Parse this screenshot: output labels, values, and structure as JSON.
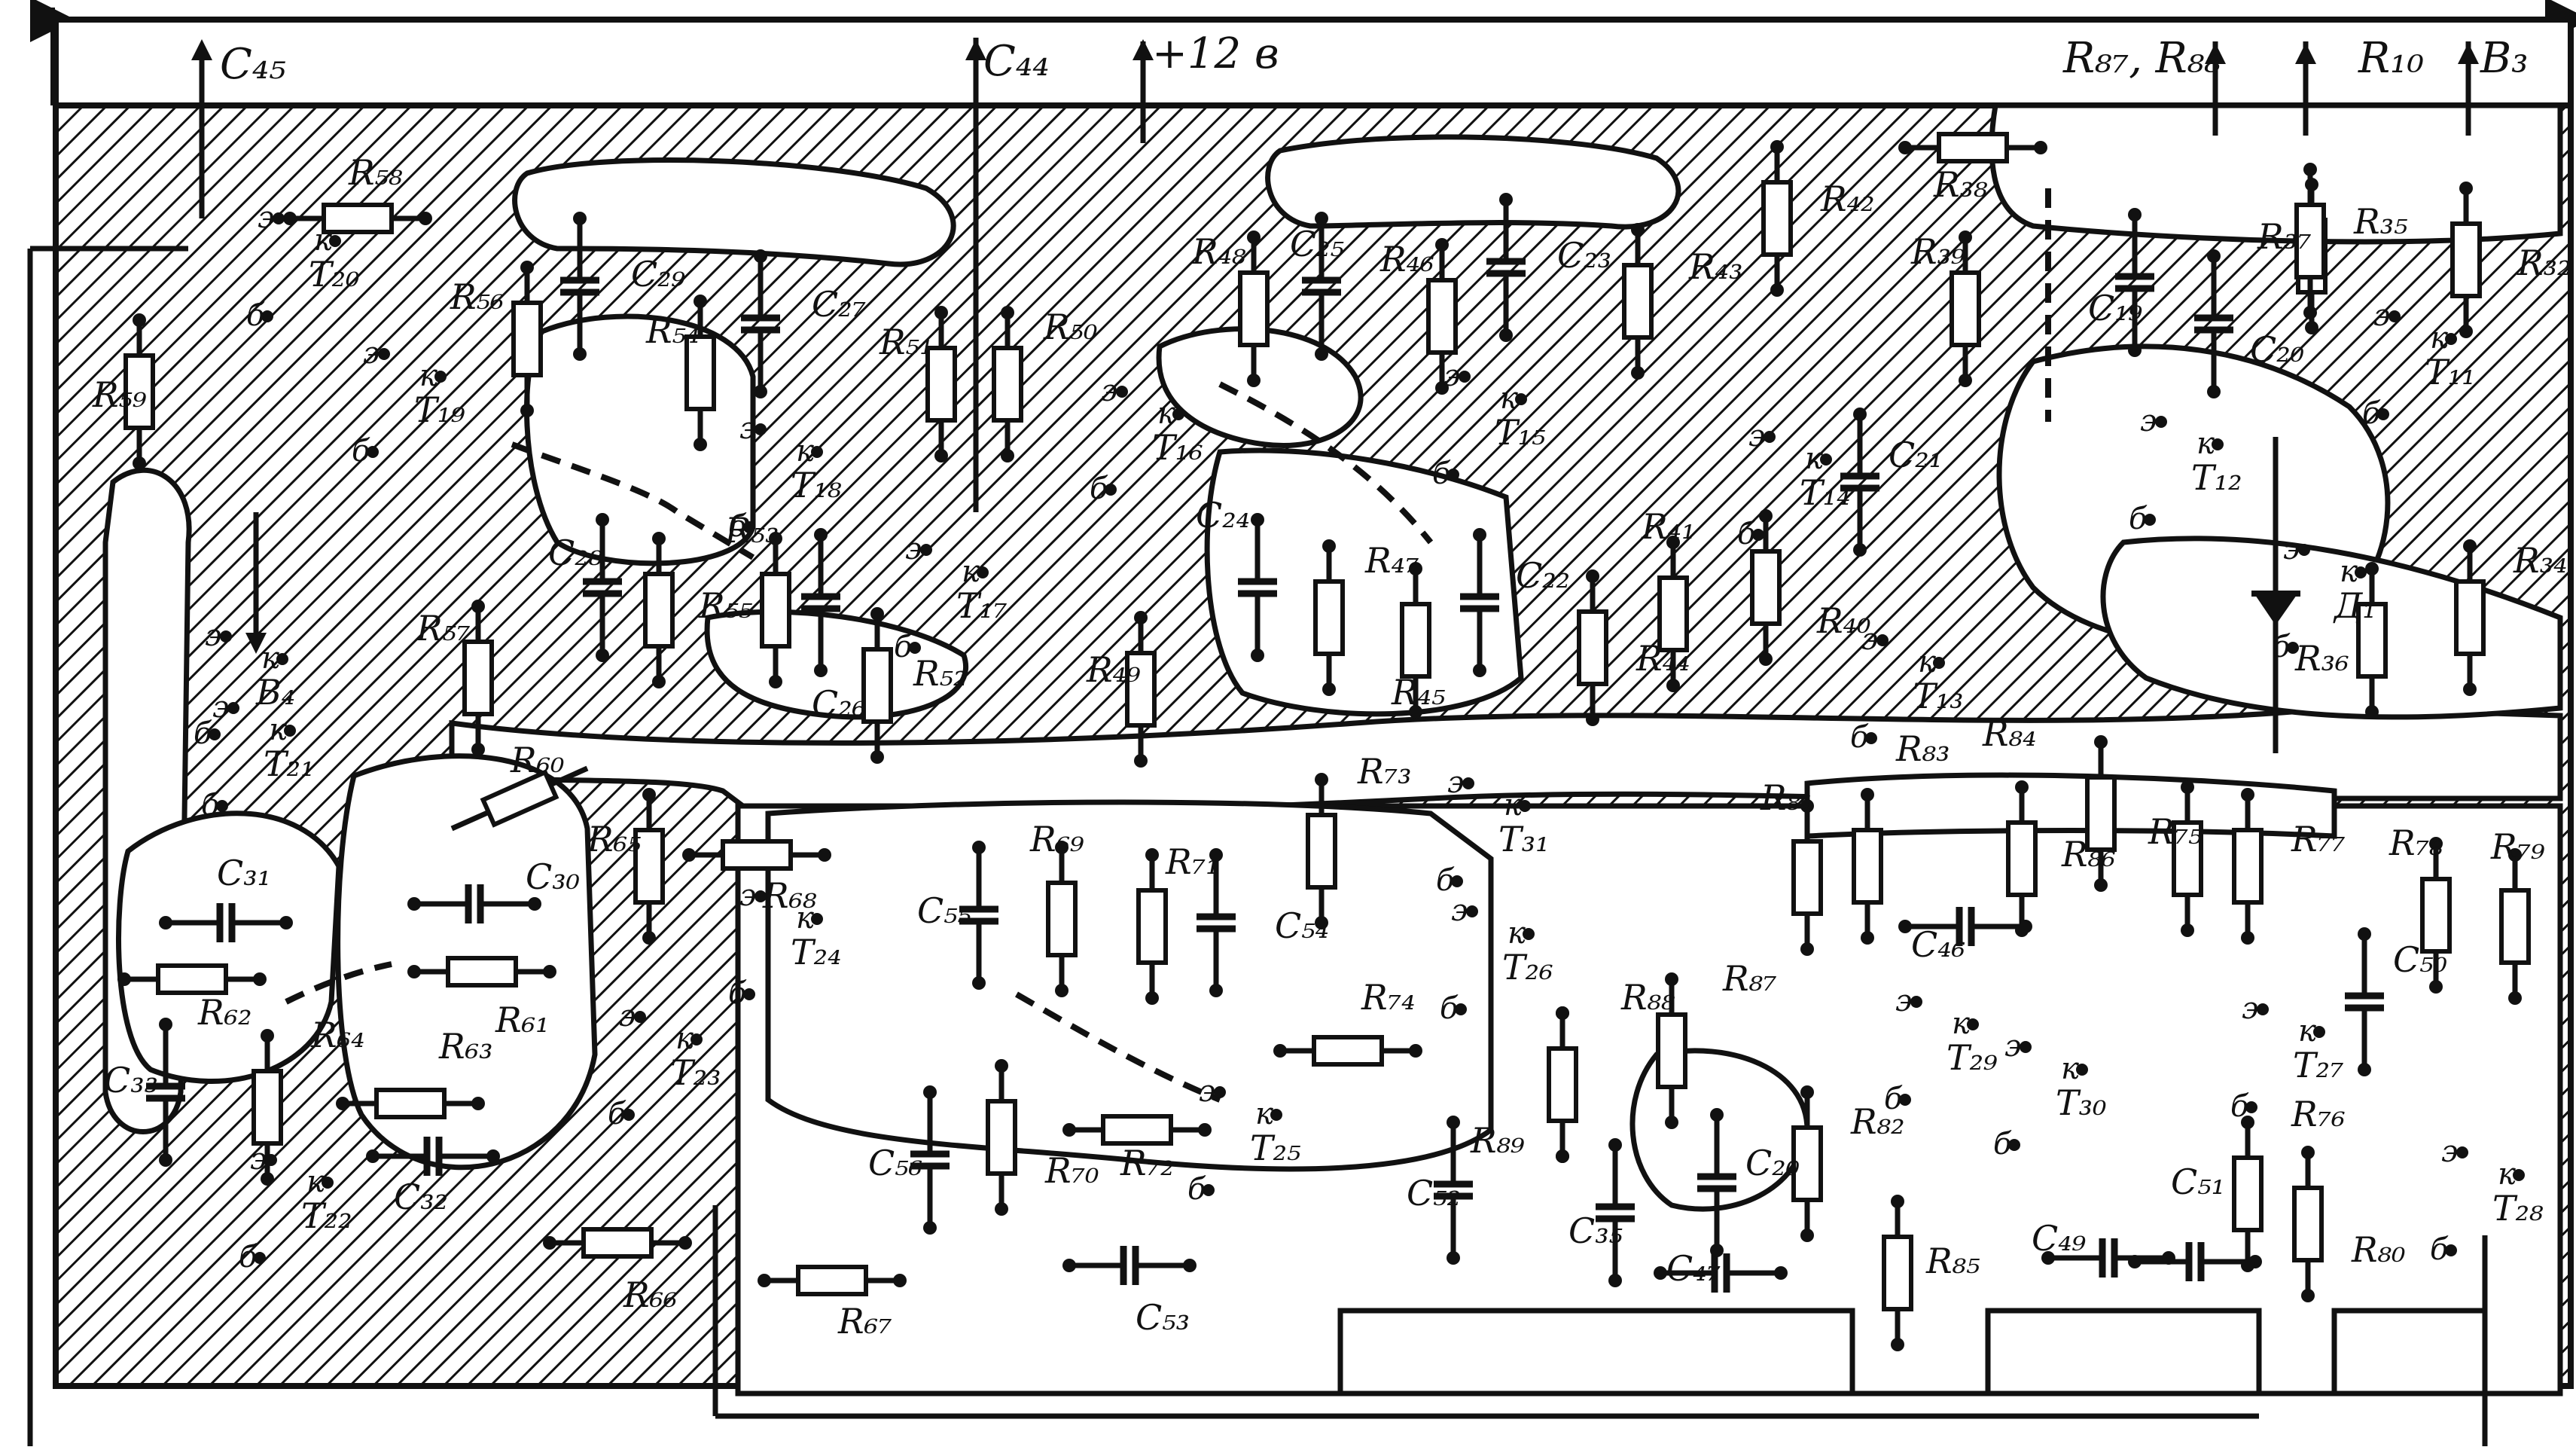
{
  "board": {
    "top_labels": {
      "c45": "C₄₅",
      "c44": "C₄₄",
      "p12v": "+12 в",
      "r87r88": "R₈₇, R₈₈",
      "r10": "R₁₀",
      "b3": "B₃"
    },
    "colors": {
      "ink": "#111111",
      "paper": "#ffffff"
    },
    "components": [
      {
        "id": "R58",
        "label": "R₅₈"
      },
      {
        "id": "T20",
        "label": "T₂₀"
      },
      {
        "id": "R59",
        "label": "R₅₉"
      },
      {
        "id": "R56",
        "label": "R₅₆"
      },
      {
        "id": "C29",
        "label": "C₂₉"
      },
      {
        "id": "R54",
        "label": "R₅₄"
      },
      {
        "id": "C27",
        "label": "C₂₇"
      },
      {
        "id": "R51",
        "label": "R₅₁"
      },
      {
        "id": "R50",
        "label": "R₅₀"
      },
      {
        "id": "T19",
        "label": "T₁₉"
      },
      {
        "id": "T18",
        "label": "T₁₈"
      },
      {
        "id": "C28",
        "label": "C₂₈"
      },
      {
        "id": "R53",
        "label": "R₅₃"
      },
      {
        "id": "R55",
        "label": "R₅₅"
      },
      {
        "id": "C26",
        "label": "C₂₆"
      },
      {
        "id": "R52",
        "label": "R₅₂"
      },
      {
        "id": "T17",
        "label": "T₁₇"
      },
      {
        "id": "R57",
        "label": "R₅₇"
      },
      {
        "id": "B4",
        "label": "B₄"
      },
      {
        "id": "R48",
        "label": "R₄₈"
      },
      {
        "id": "C25",
        "label": "C₂₅"
      },
      {
        "id": "R46",
        "label": "R₄₆"
      },
      {
        "id": "C23",
        "label": "C₂₃"
      },
      {
        "id": "R43",
        "label": "R₄₃"
      },
      {
        "id": "R42",
        "label": "R₄₂"
      },
      {
        "id": "R38",
        "label": "R₃₈"
      },
      {
        "id": "R39",
        "label": "R₃₉"
      },
      {
        "id": "T16",
        "label": "T₁₆"
      },
      {
        "id": "T15",
        "label": "T₁₅"
      },
      {
        "id": "C24",
        "label": "C₂₄"
      },
      {
        "id": "R47",
        "label": "R₄₇"
      },
      {
        "id": "C22",
        "label": "C₂₂"
      },
      {
        "id": "R45",
        "label": "R₄₅"
      },
      {
        "id": "R49",
        "label": "R₄₉"
      },
      {
        "id": "R41",
        "label": "R₄₁"
      },
      {
        "id": "R44",
        "label": "R₄₄"
      },
      {
        "id": "T14",
        "label": "T₁₄"
      },
      {
        "id": "C21",
        "label": "C₂₁"
      },
      {
        "id": "R40",
        "label": "R₄₀"
      },
      {
        "id": "T13",
        "label": "T₁₃"
      },
      {
        "id": "C19",
        "label": "C₁₉"
      },
      {
        "id": "R37",
        "label": "R₃₇"
      },
      {
        "id": "C20",
        "label": "C₂₀"
      },
      {
        "id": "R35",
        "label": "R₃₅"
      },
      {
        "id": "R32",
        "label": "R₃₂"
      },
      {
        "id": "T11",
        "label": "T₁₁"
      },
      {
        "id": "T12",
        "label": "T₁₂"
      },
      {
        "id": "R34",
        "label": "R₃₄"
      },
      {
        "id": "D1",
        "label": "Д₁"
      },
      {
        "id": "R36",
        "label": "R₃₆"
      },
      {
        "id": "T21",
        "label": "T₂₁"
      },
      {
        "id": "R60",
        "label": "R₆₀"
      },
      {
        "id": "R65",
        "label": "R₆₅"
      },
      {
        "id": "C31",
        "label": "C₃₁"
      },
      {
        "id": "C30",
        "label": "C₃₀"
      },
      {
        "id": "R62",
        "label": "R₆₂"
      },
      {
        "id": "R61",
        "label": "R₆₁"
      },
      {
        "id": "C33",
        "label": "C₃₃"
      },
      {
        "id": "R64",
        "label": "R₆₄"
      },
      {
        "id": "R63",
        "label": "R₆₃"
      },
      {
        "id": "C32",
        "label": "C₃₂"
      },
      {
        "id": "T22",
        "label": "T₂₂"
      },
      {
        "id": "R68",
        "label": "R₆₈"
      },
      {
        "id": "T24",
        "label": "T₂₄"
      },
      {
        "id": "T23",
        "label": "T₂₃"
      },
      {
        "id": "R66",
        "label": "R₆₆"
      },
      {
        "id": "R67",
        "label": "R₆₇"
      },
      {
        "id": "R73",
        "label": "R₇₃"
      },
      {
        "id": "R69",
        "label": "R₆₉"
      },
      {
        "id": "R71",
        "label": "R₇₁"
      },
      {
        "id": "C55",
        "label": "C₅₅"
      },
      {
        "id": "C54",
        "label": "C₅₄"
      },
      {
        "id": "R74",
        "label": "R₇₄"
      },
      {
        "id": "C56",
        "label": "C₅₆"
      },
      {
        "id": "R70",
        "label": "R₇₀"
      },
      {
        "id": "R72",
        "label": "R₇₂"
      },
      {
        "id": "T25",
        "label": "T₂₅"
      },
      {
        "id": "C53",
        "label": "C₅₃"
      },
      {
        "id": "C52",
        "label": "C₅₂"
      },
      {
        "id": "T31",
        "label": "T₃₁"
      },
      {
        "id": "T26",
        "label": "T₂₆"
      },
      {
        "id": "R81",
        "label": "R₈₁"
      },
      {
        "id": "R88",
        "label": "R₈₈"
      },
      {
        "id": "R87",
        "label": "R₈₇"
      },
      {
        "id": "R89",
        "label": "R₈₉"
      },
      {
        "id": "C35",
        "label": "C₃₅"
      },
      {
        "id": "C47",
        "label": "C₄₇"
      },
      {
        "id": "R82",
        "label": "R₈₂"
      },
      {
        "id": "R83",
        "label": "R₈₃"
      },
      {
        "id": "R84",
        "label": "R₈₄"
      },
      {
        "id": "C46",
        "label": "C₄₆"
      },
      {
        "id": "R86",
        "label": "R₈₆"
      },
      {
        "id": "R75",
        "label": "R₇₅"
      },
      {
        "id": "R77",
        "label": "R₇₇"
      },
      {
        "id": "R78",
        "label": "R₇₈"
      },
      {
        "id": "R79",
        "label": "R₇₉"
      },
      {
        "id": "T29",
        "label": "T₂₉"
      },
      {
        "id": "T30",
        "label": "T₃₀"
      },
      {
        "id": "C50",
        "label": "C₅₀"
      },
      {
        "id": "T27",
        "label": "T₂₇"
      },
      {
        "id": "R85",
        "label": "R₈₅"
      },
      {
        "id": "C49",
        "label": "C₄₉"
      },
      {
        "id": "C51",
        "label": "C₅₁"
      },
      {
        "id": "R76",
        "label": "R₇₆"
      },
      {
        "id": "R80",
        "label": "R₈₀"
      },
      {
        "id": "T28",
        "label": "T₂₈"
      },
      {
        "id": "C20b",
        "label": "C₂₀"
      }
    ],
    "pins": {
      "b": "б",
      "k": "к",
      "e": "э"
    }
  }
}
